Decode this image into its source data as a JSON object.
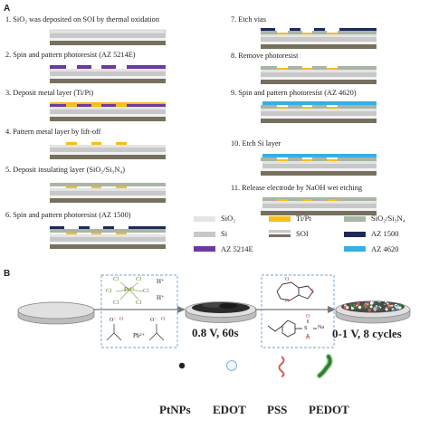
{
  "panel_a": {
    "label": "A",
    "steps_left": [
      "1. SiO₂ was deposited on SOI by thermal oxidation",
      "2. Spin and pattern photoresist (AZ 5214E)",
      "3. Deposit metal layer (Ti/Pt)",
      "4. Pattern metal layer by lift-off",
      "5. Deposit insulating layer (SiO₂/Si₃N₄)",
      "6. Spin and pattern photoresist (AZ 1500)"
    ],
    "steps_right": [
      "7. Etch vias",
      "8. Remove photoresist",
      "9. Spin and pattern photoresist (AZ 4620)",
      "10. Etch Si layer",
      "11. Release electrode by NaOH wet etching"
    ],
    "legend": [
      {
        "label": "SiO₂",
        "color": "#e4e4e4"
      },
      {
        "label": "Ti/Pt",
        "color": "#f5be1b"
      },
      {
        "label": "SiO₂/Si₃N₄",
        "color": "#a9b5a5"
      },
      {
        "label": "Si",
        "color": "#c8c8c8"
      },
      {
        "label": "SOI",
        "color": "#77705f"
      },
      {
        "label": "AZ 1500",
        "color": "#1f2b55"
      },
      {
        "label": "AZ 5214E",
        "color": "#6b3aa0"
      },
      {
        "label": "AZ 4620",
        "color": "#36b0e2"
      }
    ]
  },
  "panel_b": {
    "label": "B",
    "ions": {
      "h_plus": "H⁺",
      "cl": "Cl",
      "pt": "Pt⁴⁺",
      "pb": "Pb²⁺",
      "o_minus": "O⁻",
      "o": "O"
    },
    "edot": {
      "o": "O",
      "s": "S"
    },
    "pss": {
      "s": "S",
      "o": "O",
      "na": "Na"
    },
    "step1_condition": "0.8 V, 60s",
    "step2_condition": "0-1 V, 8 cycles",
    "key": [
      "PtNPs",
      "EDOT",
      "PSS",
      "PEDOT"
    ],
    "colors": {
      "pss": "#d65a5a",
      "pedot": "#2e7d32",
      "edot": "#a8c8e8",
      "ptnp": "#222222"
    }
  }
}
